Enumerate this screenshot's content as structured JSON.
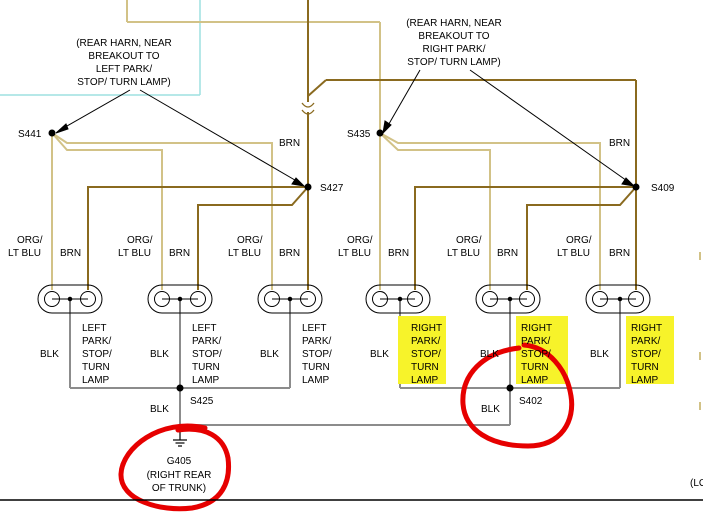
{
  "colors": {
    "org_lt_blu": "#d2c287",
    "brn": "#8a6a1f",
    "blk": "#8c8c8c",
    "teal": "#9ee0e0",
    "red": "#e60000",
    "yellow": "#f7f32a"
  },
  "callouts": {
    "left": [
      "(REAR HARN, NEAR",
      "BREAKOUT TO",
      "LEFT PARK/",
      "STOP/ TURN LAMP)"
    ],
    "right": [
      "(REAR HARN, NEAR",
      "BREAKOUT TO",
      "RIGHT PARK/",
      "STOP/ TURN LAMP)"
    ]
  },
  "splices": {
    "s441": "S441",
    "s427": "S427",
    "s435": "S435",
    "s409": "S409",
    "s425": "S425",
    "s402": "S402"
  },
  "wire_labels": {
    "brn": "BRN",
    "org": "ORG/",
    "lt_blu": "LT BLU",
    "blk": "BLK"
  },
  "lamp_labels": {
    "left": [
      "LEFT",
      "PARK/",
      "STOP/",
      "TURN",
      "LAMP"
    ],
    "right": [
      "RIGHT",
      "PARK/",
      "STOP/",
      "TURN",
      "LAMP"
    ]
  },
  "ground": {
    "id": "G405",
    "desc": [
      "(RIGHT REAR",
      "OF TRUNK)"
    ]
  },
  "edge": {
    "partial": "(LO"
  }
}
